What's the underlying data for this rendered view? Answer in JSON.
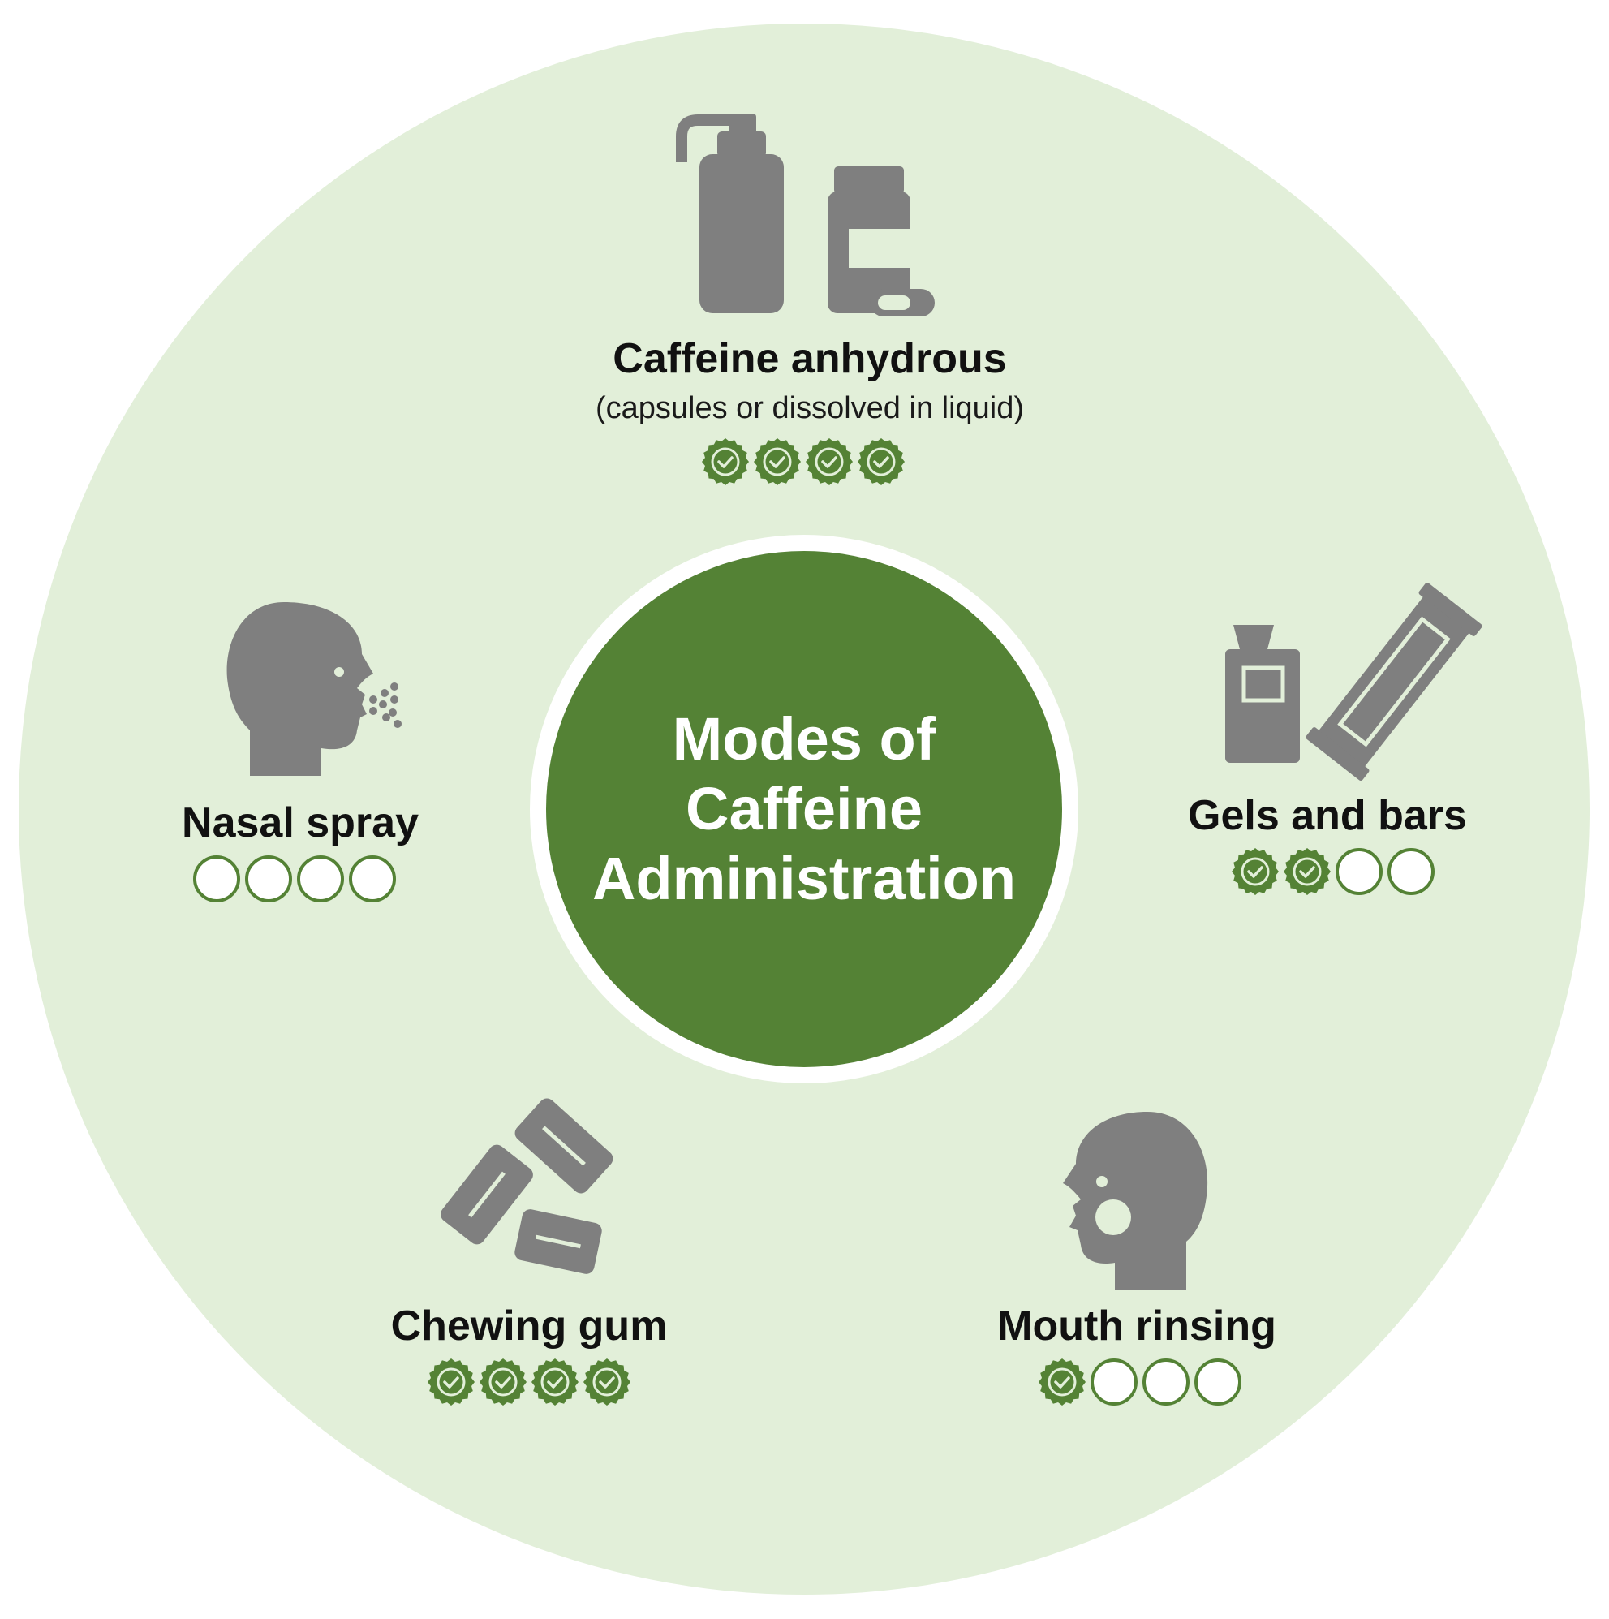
{
  "center": {
    "lines": [
      "Modes of",
      "Caffeine",
      "Administration"
    ]
  },
  "colors": {
    "outer_disc": "#e2efd9",
    "center_disc": "#548235",
    "icon_gray": "#7f7f7f",
    "badge_green": "#548235"
  },
  "modes": [
    {
      "id": "caffeine-anhydrous",
      "label": "Caffeine anhydrous",
      "sublabel": "(capsules or dissolved in liquid)",
      "icon": "bottle-and-pill-jar-icon",
      "rating": 4,
      "max_rating": 4
    },
    {
      "id": "gels-and-bars",
      "label": "Gels and bars",
      "sublabel": "",
      "icon": "gel-and-bar-icon",
      "rating": 2,
      "max_rating": 4
    },
    {
      "id": "mouth-rinsing",
      "label": "Mouth rinsing",
      "sublabel": "",
      "icon": "head-mouth-rinse-icon",
      "rating": 1,
      "max_rating": 4
    },
    {
      "id": "chewing-gum",
      "label": "Chewing gum",
      "sublabel": "",
      "icon": "chewing-gum-icon",
      "rating": 4,
      "max_rating": 4
    },
    {
      "id": "nasal-spray",
      "label": "Nasal spray",
      "sublabel": "",
      "icon": "head-nasal-spray-icon",
      "rating": 0,
      "max_rating": 4
    }
  ]
}
